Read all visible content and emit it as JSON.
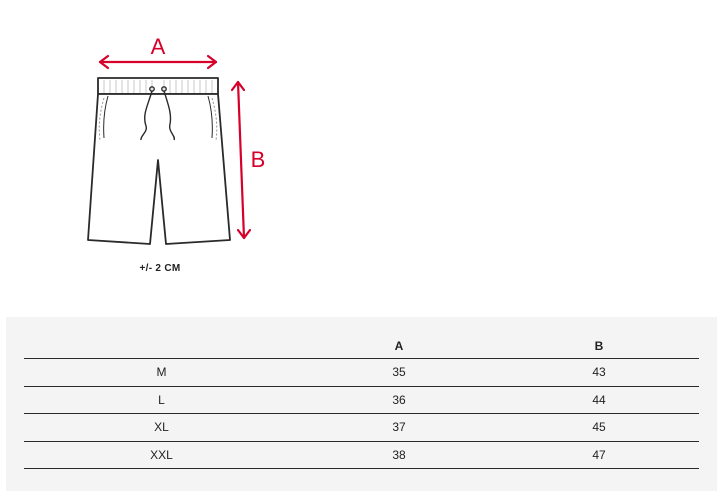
{
  "diagram": {
    "label_a": "A",
    "label_b": "B",
    "tolerance_note": "+/-  2 CM",
    "accent_color": "#d6002a"
  },
  "size_table": {
    "headers": [
      "",
      "A",
      "B"
    ],
    "rows": [
      {
        "size": "M",
        "a": "35",
        "b": "43"
      },
      {
        "size": "L",
        "a": "36",
        "b": "44"
      },
      {
        "size": "XL",
        "a": "37",
        "b": "45"
      },
      {
        "size": "XXL",
        "a": "38",
        "b": "47"
      }
    ]
  }
}
